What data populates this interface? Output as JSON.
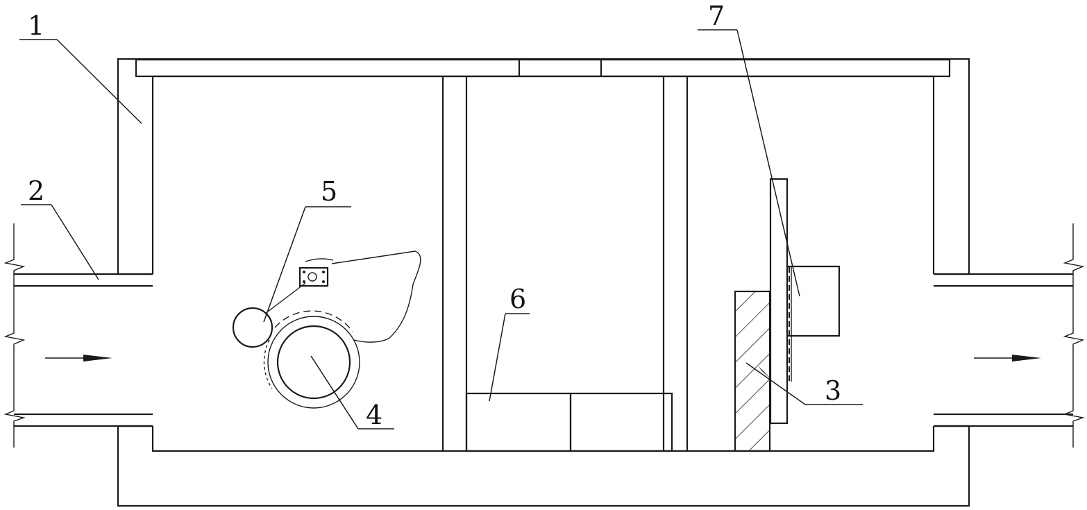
{
  "labels": {
    "l1": "1",
    "l2": "2",
    "l3": "3",
    "l4": "4",
    "l5": "5",
    "l6": "6",
    "l7": "7"
  },
  "flow_direction": "left-to-right",
  "colors": {
    "line": "#1a1a1a",
    "background": "#ffffff"
  }
}
